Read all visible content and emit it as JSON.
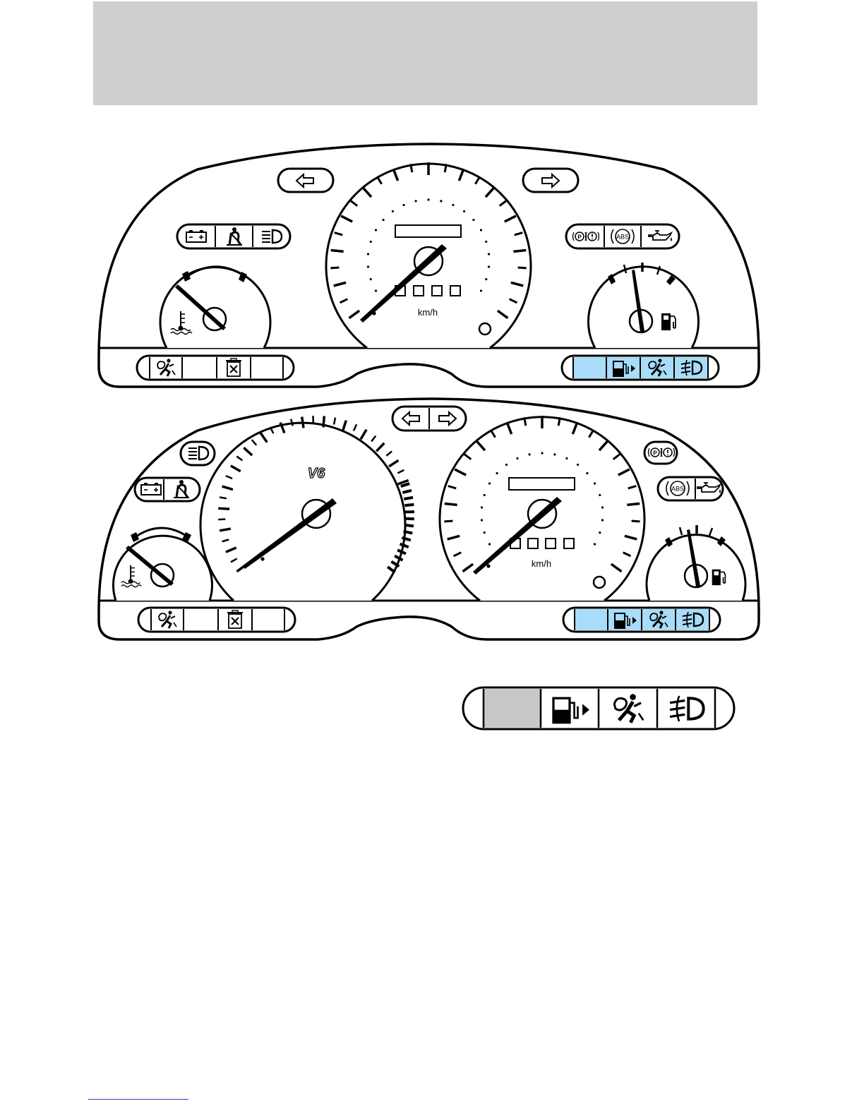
{
  "colors": {
    "header_band": "#cfcfcf",
    "stroke": "#000000",
    "warning_highlight": "#a8dcf8",
    "legend_highlight": "#c8c8c8",
    "footer_rule": "#3344bb"
  },
  "cluster_a": {
    "speed_unit": "km/h",
    "odometer_digit_boxes": 4,
    "top_left_indicators": [
      "battery-icon",
      "seatbelt-icon",
      "headlamp-icon"
    ],
    "top_right_indicators": [
      "parking-brake-icon",
      "abs-icon",
      "oil-pressure-icon"
    ],
    "bottom_left_indicators": [
      "airbag-icon",
      "blank",
      "trash-icon",
      "blank"
    ],
    "bottom_right_indicators": [
      "blank",
      "low-fuel-icon",
      "airbag-icon",
      "fog-lamp-icon"
    ]
  },
  "cluster_b": {
    "tachometer_badge": "V6",
    "speed_unit": "km/h",
    "odometer_digit_boxes": 4,
    "top_left_indicators": [
      "battery-icon",
      "seatbelt-icon",
      "headlamp-icon"
    ],
    "top_right_indicators": [
      "parking-brake-icon",
      "abs-icon",
      "oil-pressure-icon"
    ],
    "bottom_left_indicators": [
      "airbag-icon",
      "blank",
      "trash-icon",
      "blank"
    ],
    "bottom_right_indicators": [
      "blank",
      "low-fuel-icon",
      "airbag-icon",
      "fog-lamp-icon"
    ]
  },
  "legend_strip": {
    "indicators": [
      "blank",
      "low-fuel-icon",
      "airbag-icon",
      "fog-lamp-icon"
    ]
  },
  "icons": {
    "abs_label": "ABS",
    "parking_label": "P"
  }
}
